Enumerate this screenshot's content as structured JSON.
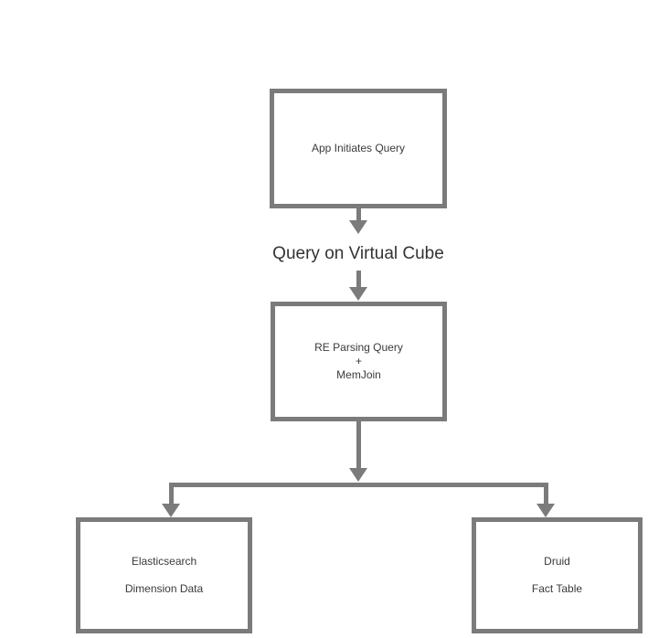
{
  "diagram": {
    "title": "Query on Virtual Cube",
    "nodes": {
      "app": {
        "label": "App Initiates Query"
      },
      "parse": {
        "lines": [
          "RE Parsing Query",
          "+",
          "MemJoin"
        ]
      },
      "elasticsearch": {
        "lines": [
          "Elasticsearch",
          "Dimension Data"
        ]
      },
      "druid": {
        "lines": [
          "Druid",
          "Fact Table"
        ]
      }
    },
    "colors": {
      "line": "#7b7b7b",
      "text": "#3a3a3a",
      "title_text": "#333333",
      "background": "#ffffff"
    }
  }
}
